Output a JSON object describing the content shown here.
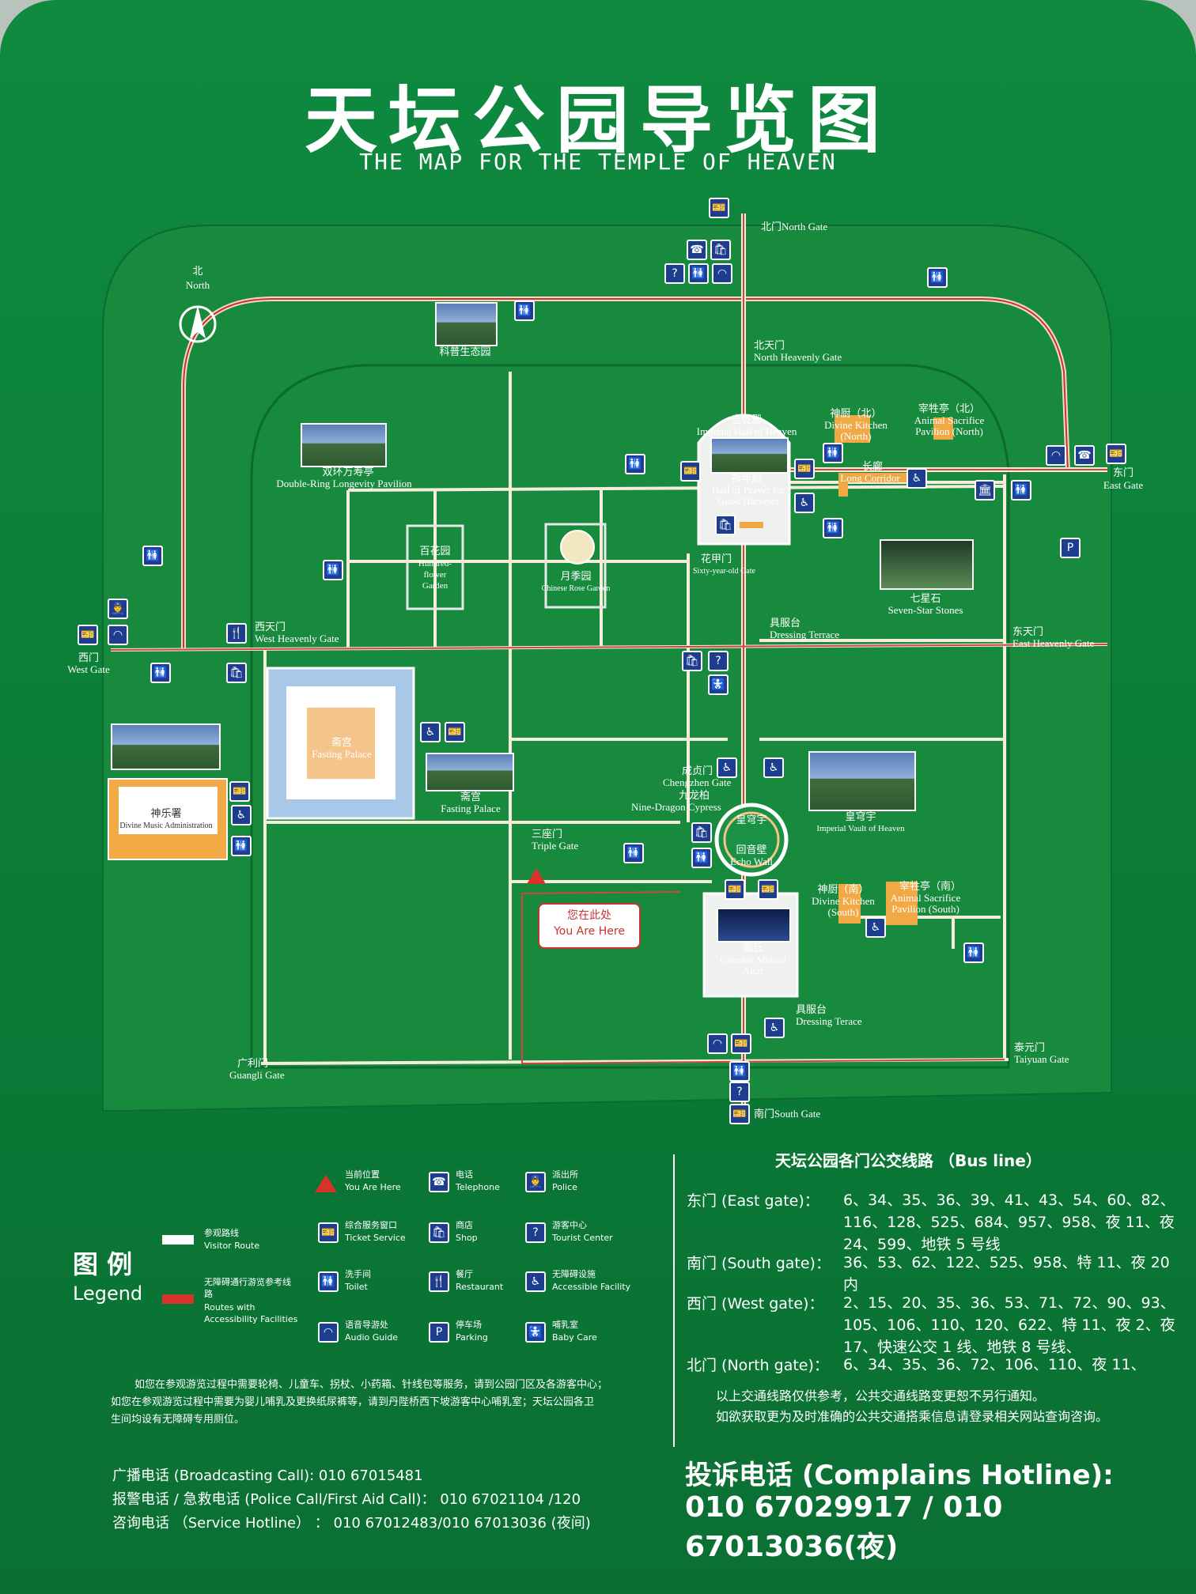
{
  "title": {
    "cn": "天坛公园导览图",
    "en": "THE MAP FOR THE TEMPLE OF HEAVEN"
  },
  "compass": {
    "cn": "北",
    "en": "North"
  },
  "gates": {
    "north": "北门North Gate",
    "east_cn": "东门",
    "east_en": "East Gate",
    "west_cn": "西门",
    "west_en": "West Gate",
    "south": "南门South Gate",
    "north_heavenly_cn": "北天门",
    "north_heavenly_en": "North Heavenly Gate",
    "west_heavenly_cn": "西天门",
    "west_heavenly_en": "West Heavenly Gate",
    "east_heavenly_cn": "东天门",
    "east_heavenly_en": "East Heavenly Gate",
    "guangli_cn": "广利门",
    "guangli_en": "Guangli Gate",
    "taiyuan_cn": "泰元门",
    "taiyuan_en": "Taiyuan Gate",
    "triple_cn": "三座门",
    "triple_en": "Triple Gate",
    "chengzhen_cn": "成贞门",
    "chengzhen_en": "Chengzhen Gate",
    "sixty_cn": "花甲门",
    "sixty_en": "Sixty-year-old Gate"
  },
  "places": {
    "science_garden": "科普生态园",
    "double_ring_cn": "双环万寿亭",
    "double_ring_en": "Double-Ring Longevity Pavilion",
    "hundred_flower_cn": "百花园",
    "hundred_flower_en": "Hundred-flower Garden",
    "rose_cn": "月季园",
    "rose_en": "Chinese Rose Garden",
    "imperial_heaven_cn": "皇乾殿",
    "imperial_heaven_en": "Imperial Hall of Heaven",
    "prayer_cn": "祈年殿",
    "prayer_en": "Hall of Prayer for Good Harvests",
    "kitchen_north_cn": "神厨（北）",
    "kitchen_north_en": "Divine Kitchen (North)",
    "sacrifice_north_cn": "宰牲亭（北）",
    "sacrifice_north_en": "Animal Sacrifice Pavilion (North)",
    "long_corridor_cn": "长廊",
    "long_corridor_en": "Long Corridor",
    "seven_star_cn": "七星石",
    "seven_star_en": "Seven-Star Stones",
    "dressing_cn": "具服台",
    "dressing_en": "Dressing Terrace",
    "dressing2_en": "Dressing Terace",
    "fasting_cn": "斋宫",
    "fasting_en": "Fasting Palace",
    "music_cn": "神乐署",
    "music_en": "Divine Music Administration",
    "nine_dragon_cn": "九龙柏",
    "nine_dragon_en": "Nine-Dragon Cypress",
    "vault_cn": "皇穹宇",
    "vault_en": "Imperial Vault of Heaven",
    "echo_cn": "回音壁",
    "echo_en": "Echo Wall",
    "kitchen_south_cn": "神厨（南）",
    "kitchen_south_en": "Divine Kitchen (South)",
    "sacrifice_south_cn": "宰牲亭（南）",
    "sacrifice_south_en": "Animal Sacrifice Pavilion (South)",
    "mound_cn": "圜丘",
    "mound_en": "Circular Mound Altar"
  },
  "you_are_here": {
    "cn": "您在此处",
    "en": "You Are Here"
  },
  "legend": {
    "title_cn": "图 例",
    "title_en": "Legend",
    "visitor_route_cn": "参观路线",
    "visitor_route_en": "Visitor Route",
    "accessible_cn": "无障碍通行游览参考线路",
    "accessible_en": "Routes with Accessibility Facilities",
    "items": [
      {
        "cn": "当前位置",
        "en": "You Are Here",
        "icon": "red-triangle-icon"
      },
      {
        "cn": "电话",
        "en": "Telephone",
        "icon": "telephone-icon"
      },
      {
        "cn": "派出所",
        "en": "Police",
        "icon": "police-icon"
      },
      {
        "cn": "综合服务窗口",
        "en": "Ticket Service",
        "icon": "ticket-icon"
      },
      {
        "cn": "商店",
        "en": "Shop",
        "icon": "shop-icon"
      },
      {
        "cn": "游客中心",
        "en": "Tourist Center",
        "icon": "question-icon"
      },
      {
        "cn": "洗手间",
        "en": "Toilet",
        "icon": "toilet-icon"
      },
      {
        "cn": "餐厅",
        "en": "Restaurant",
        "icon": "restaurant-icon"
      },
      {
        "cn": "无障碍设施",
        "en": "Accessible Facility",
        "icon": "wheelchair-icon"
      },
      {
        "cn": "语音导游处",
        "en": "Audio Guide",
        "icon": "audio-guide-icon"
      },
      {
        "cn": "停车场",
        "en": "Parking",
        "icon": "parking-icon"
      },
      {
        "cn": "哺乳室",
        "en": "Baby Care",
        "icon": "baby-care-icon"
      }
    ],
    "note1": "如您在参观游览过程中需要轮椅、儿童车、拐杖、小药箱、针线包等服务，请到公园门区及各游客中心；",
    "note2": "如您在参观游览过程中需要为婴儿哺乳及更换纸尿裤等，请到丹陛桥西下坡游客中心哺乳室；天坛公园各卫",
    "note3": "生间均设有无障碍专用厕位。"
  },
  "phones": {
    "broadcast": "广播电话 (Broadcasting Call): 010 67015481",
    "police": "报警电话 / 急救电话 (Police Call/First Aid Call)： 010 67021104 /120",
    "service": "咨询电话 （Service Hotline） ： 010 67012483/010 67013036 (夜间)"
  },
  "bus": {
    "title": "天坛公园各门公交线路 （Bus line）",
    "lines": [
      {
        "gate": "东门 (East gate)：",
        "routes": "6、34、35、36、39、41、43、54、60、82、116、128、525、684、957、958、夜 11、夜 24、599、地铁 5 号线"
      },
      {
        "gate": "南门 (South gate)：",
        "routes": "36、53、62、122、525、958、特 11、夜 20 内"
      },
      {
        "gate": "西门 (West gate)：",
        "routes": "2、15、20、35、36、53、71、72、90、93、105、106、110、120、622、特 11、夜 2、夜 17、快速公交 1 线、地铁 8 号线、"
      },
      {
        "gate": "北门 (North gate)：",
        "routes": "6、34、35、36、72、106、110、夜 11、"
      }
    ],
    "note1": "以上交通线路仅供参考，公共交通线路变更恕不另行通知。",
    "note2": "如欲获取更为及时准确的公共交通搭乘信息请登录相关网站查询咨询。"
  },
  "hotline": {
    "label": "投诉电话 (Complains Hotline):",
    "numbers": "010 67029917 / 010 67013036(夜)"
  }
}
